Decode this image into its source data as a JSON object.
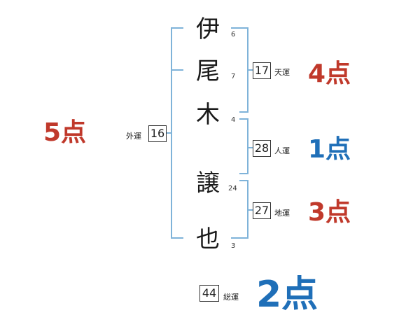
{
  "name": {
    "chars": [
      {
        "char": "伊",
        "strokes": "6"
      },
      {
        "char": "尾",
        "strokes": "7"
      },
      {
        "char": "木",
        "strokes": "4"
      },
      {
        "char": "譲",
        "strokes": "24"
      },
      {
        "char": "也",
        "strokes": "3"
      }
    ]
  },
  "fortunes": {
    "ten": {
      "label": "天運",
      "value": "17",
      "score": "4点"
    },
    "jin": {
      "label": "人運",
      "value": "28",
      "score": "1点"
    },
    "chi": {
      "label": "地運",
      "value": "27",
      "score": "3点"
    },
    "gai": {
      "label": "外運",
      "value": "16",
      "score": "5点"
    },
    "sou": {
      "label": "総運",
      "value": "44",
      "score": "2点"
    }
  },
  "colors": {
    "bracket": "#7fb3d9",
    "score_red": "#c0392b",
    "score_blue": "#1f6fb8"
  }
}
